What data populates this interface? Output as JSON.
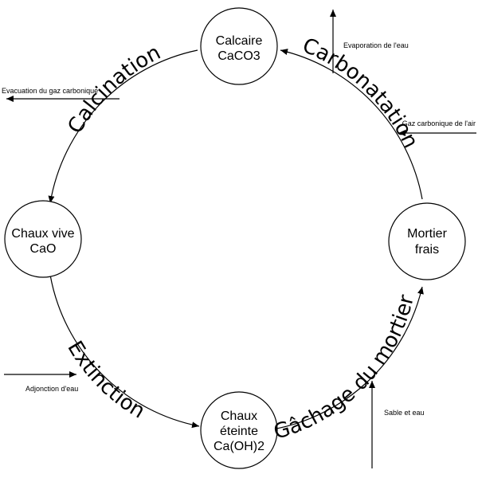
{
  "nodes": {
    "calcaire": {
      "line1": "Calcaire",
      "line2": "CaCO3"
    },
    "chaux_vive": {
      "line1": "Chaux vive",
      "line2": "CaO"
    },
    "chaux_eteinte": {
      "line1": "Chaux",
      "line2": "éteinte",
      "line3": "Ca(OH)2"
    },
    "mortier": {
      "line1": "Mortier",
      "line2": "frais"
    }
  },
  "stages": {
    "calcination": "Calcination",
    "carbonatation": "Carbonatation",
    "extinction": "Extinction",
    "gachage": "Gâchage du mortier"
  },
  "flows": {
    "evacuation": "Evacuation du gaz carbonique",
    "evaporation": "Evaporation de l'eau",
    "gaz_air": "Gaz carbonique de l'air",
    "adjonction": "Adjonction d'eau",
    "sable": "Sable et eau"
  }
}
